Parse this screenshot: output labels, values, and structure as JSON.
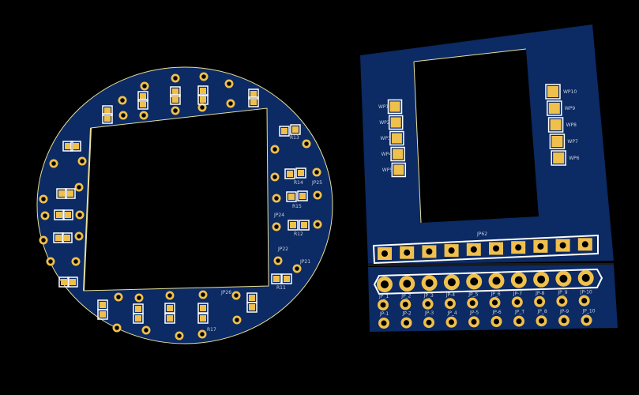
{
  "colors": {
    "background": "#000000",
    "board": "#0c2a63",
    "pad": "#f0c04c",
    "silk": "#ffffff",
    "edge": "#e8e09a"
  },
  "ring_board": {
    "labels": [
      "R13",
      "R14",
      "R15",
      "R12",
      "R11",
      "R17",
      "JP26",
      "JP25",
      "JP21",
      "JP24",
      "JP22"
    ]
  },
  "top_board": {
    "left_pads": [
      "WP1",
      "WP2",
      "WP3",
      "WP4",
      "WP5"
    ],
    "right_pads": [
      "WP10",
      "WP9",
      "WP8",
      "WP7",
      "WP6"
    ],
    "header_label": "JP62"
  },
  "bottom_board": {
    "row1_labels": [
      "JP_1",
      "JP_2",
      "JP_3",
      "JP-4",
      "JP_5",
      "JP_6",
      "JP-7",
      "JP-8",
      "JP_9",
      "JP-10"
    ],
    "row2_labels": [
      "JP-1",
      "JP-2",
      "JP-3",
      "JP_4",
      "JP-5",
      "JP-6",
      "JP_T",
      "JP_8",
      "JP-9",
      "JP_10"
    ]
  }
}
